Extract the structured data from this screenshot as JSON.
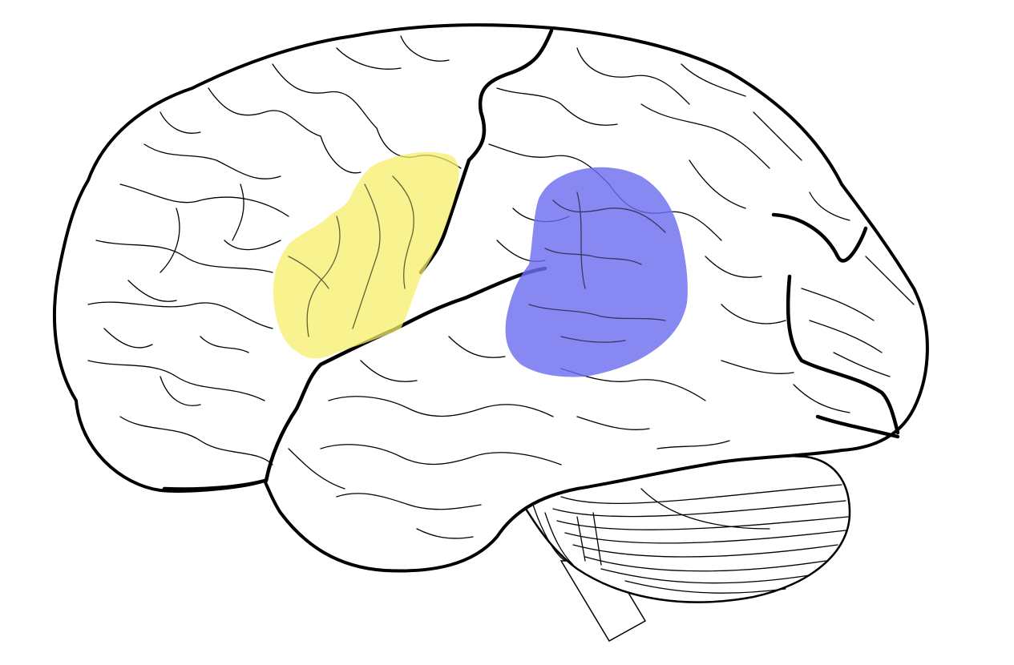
{
  "diagram": {
    "regions": [
      {
        "id": "yellow-region",
        "color": "#f5ee6a",
        "opacity": 0.75
      },
      {
        "id": "blue-region",
        "color": "#6e6ef0",
        "opacity": 0.82
      }
    ],
    "line_color": "#000000",
    "background": "#ffffff"
  }
}
